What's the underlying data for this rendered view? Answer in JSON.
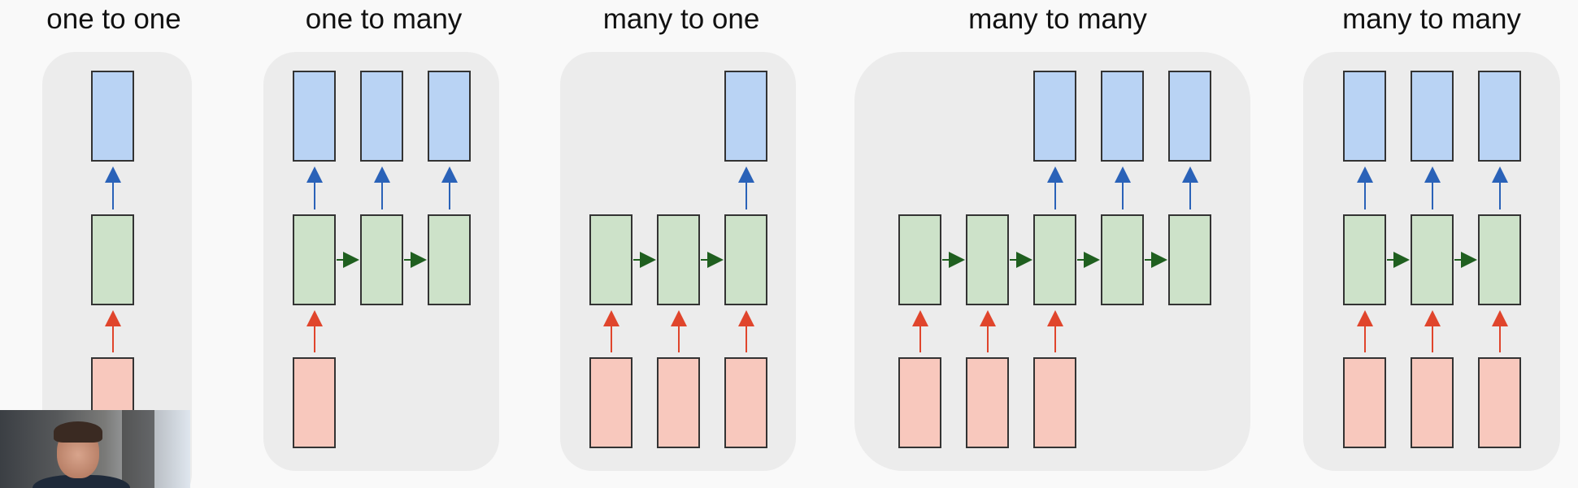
{
  "panels": [
    {
      "title": "one to one"
    },
    {
      "title": "one to many"
    },
    {
      "title": "many to one"
    },
    {
      "title": "many to many"
    },
    {
      "title": "many to many"
    }
  ],
  "colors": {
    "output": "#b9d3f4",
    "hidden": "#cde2c9",
    "input": "#f8c8bd",
    "output_arrow": "#2a62b8",
    "hidden_arrow": "#1f5f1f",
    "input_arrow": "#e0452c",
    "panel_background": "#ececec"
  },
  "webcam_overlay": {
    "icon": "presenter-webcam"
  }
}
